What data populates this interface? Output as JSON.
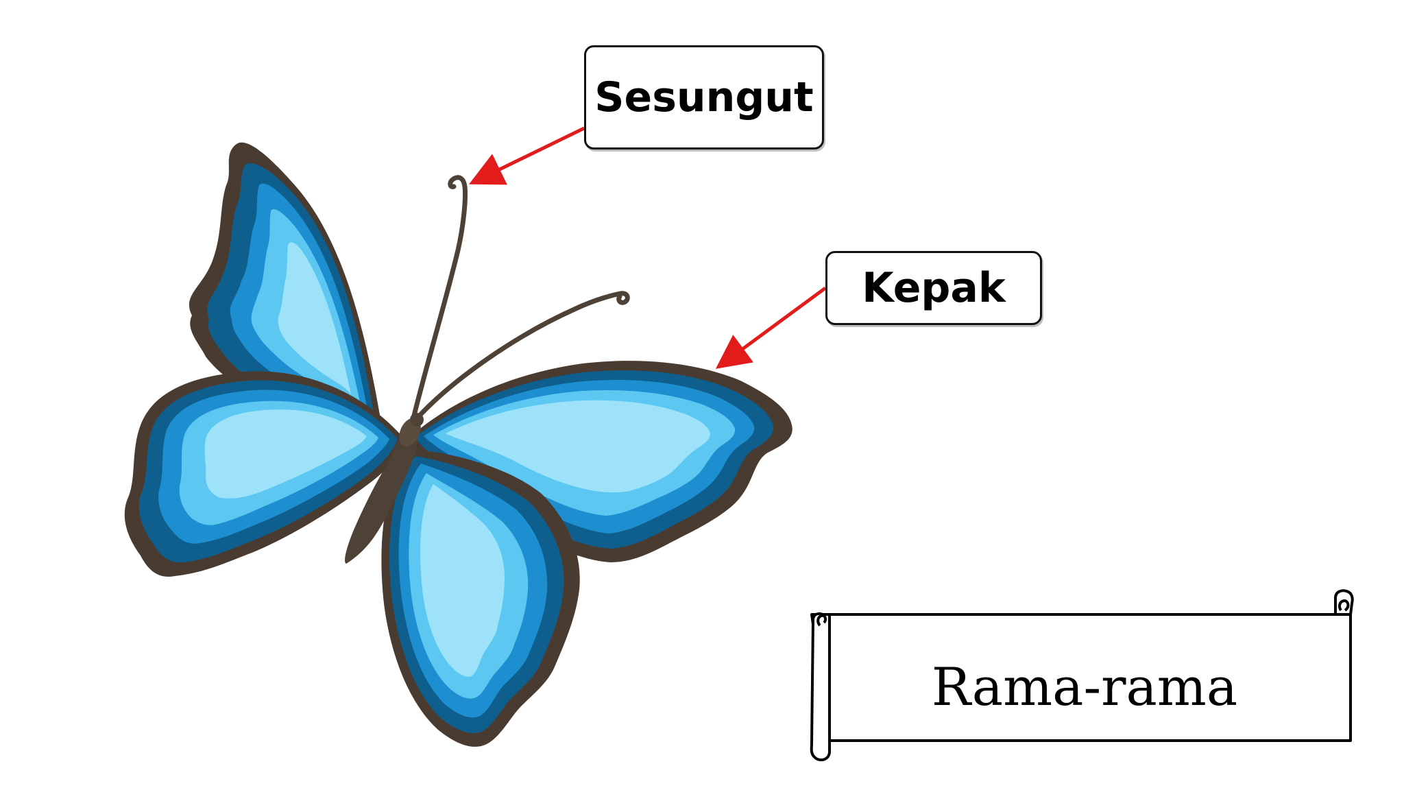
{
  "labels": {
    "antenna": "Sesungut",
    "wing": "Kepak"
  },
  "title": "Rama-rama",
  "colors": {
    "arrow": "#e21b1b",
    "wing_outline": "#4a3b30",
    "wing_dark": "#0f5f8e",
    "wing_mid": "#1d8fd0",
    "wing_light": "#5cc8f2",
    "wing_highlight": "#a9e6fb",
    "body": "#4e4236"
  }
}
